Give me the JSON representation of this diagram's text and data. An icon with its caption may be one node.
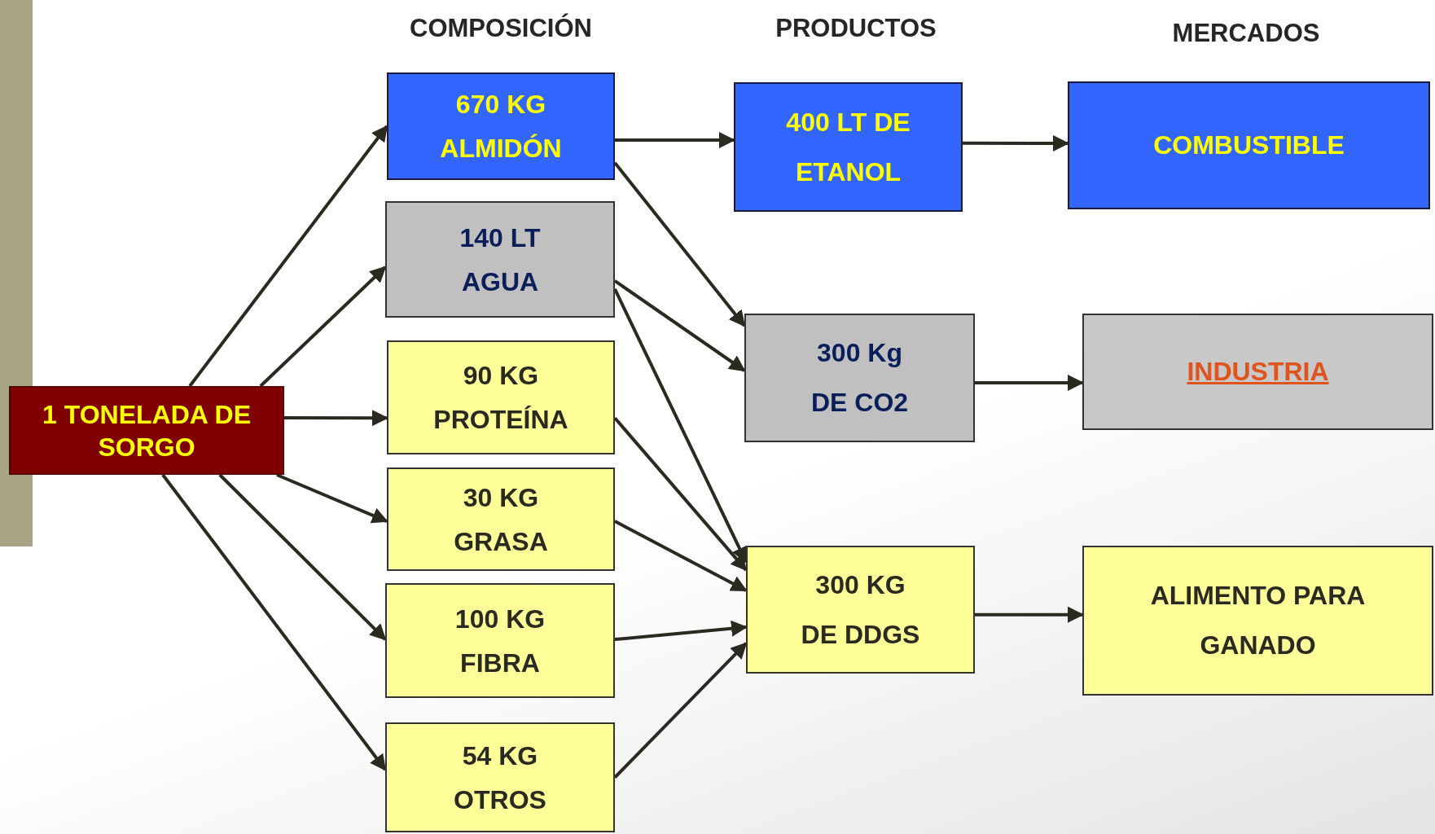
{
  "diagram": {
    "nodes": [
      {
        "text": [
          "1 TONELADA DE SORGO"
        ]
      },
      {
        "text": [
          "670 KG",
          "ALMIDÓN"
        ]
      },
      {
        "text": [
          "140 LT",
          "AGUA"
        ]
      },
      {
        "text": [
          "90 KG",
          "PROTEÍNA"
        ]
      },
      {
        "text": [
          "30 KG",
          "GRASA"
        ]
      },
      {
        "text": [
          "100 KG",
          "FIBRA"
        ]
      },
      {
        "text": [
          "54 KG",
          "OTROS"
        ]
      },
      {
        "text": [
          "400 LT DE ETANOL"
        ]
      },
      {
        "text": [
          "300 Kg DE CO2"
        ]
      },
      {
        "text": [
          "300 KG DE DDGS"
        ]
      },
      {
        "text": [
          "COMBUSTIBLE"
        ]
      },
      {
        "text": [
          "INDUSTRIA"
        ]
      },
      {
        "text": [
          "ALIMENTO PARA GANADO"
        ]
      }
    ],
    "edges": [
      {
        "from": 0,
        "to": 1,
        "arrow": "to"
      },
      {
        "from": 0,
        "to": 2,
        "arrow": "to"
      },
      {
        "from": 0,
        "to": 3,
        "arrow": "to"
      },
      {
        "from": 0,
        "to": 4,
        "arrow": "to"
      },
      {
        "from": 0,
        "to": 5,
        "arrow": "to"
      },
      {
        "from": 0,
        "to": 6,
        "arrow": "to"
      },
      {
        "from": 1,
        "to": 7,
        "arrow": "to"
      },
      {
        "from": 1,
        "to": 8,
        "arrow": "to"
      },
      {
        "from": 2,
        "to": 8,
        "arrow": "to"
      },
      {
        "from": 2,
        "to": 9,
        "arrow": "to"
      },
      {
        "from": 3,
        "to": 9,
        "arrow": "to"
      },
      {
        "from": 4,
        "to": 9,
        "arrow": "to"
      },
      {
        "from": 5,
        "to": 9,
        "arrow": "to"
      },
      {
        "from": 6,
        "to": 9,
        "arrow": "to"
      },
      {
        "from": 7,
        "to": 10,
        "arrow": "to"
      },
      {
        "from": 8,
        "to": 11,
        "arrow": "to"
      },
      {
        "from": 9,
        "to": 12,
        "arrow": "to"
      }
    ],
    "labels": [
      "COMPOSICIÓN",
      "PRODUCTOS",
      "MERCADOS"
    ]
  }
}
